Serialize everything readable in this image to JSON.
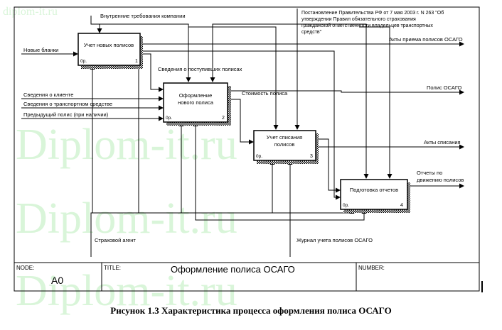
{
  "watermark": {
    "top": "diplom-it.ru",
    "big": "Diplom-it.ru"
  },
  "boxes": [
    {
      "id": "b1",
      "title": "Учет новых полисов",
      "number": "1",
      "cost": "0р."
    },
    {
      "id": "b2",
      "title": "Оформление нового полиса",
      "number": "2",
      "cost": "0р."
    },
    {
      "id": "b3",
      "title": "Учет списания полисов",
      "number": "3",
      "cost": "0р."
    },
    {
      "id": "b4",
      "title": "Подготовка отчетов",
      "number": "4",
      "cost": "0р."
    }
  ],
  "controls": {
    "internal": "Внутренние требования компании",
    "regulation": "Постановление Правительства РФ от 7 мая 2003 г. N 263 \"Об утверждении Правил обязательного страхования гражданской ответственности владельцев транспортных средств\""
  },
  "inputs": {
    "new_forms": "Новые бланки",
    "client_info": "Сведения о клиенте",
    "vehicle_info": "Сведения о транспортном средстве",
    "prev_policy": "Предыдущий полис (при наличии)"
  },
  "flows": {
    "received_policies": "Сведения о поступивших полисах",
    "policy_cost": "Стоимость полиса"
  },
  "outputs": {
    "acceptance_acts": "Акты приема полисов ОСАГО",
    "osago_policy": "Полис ОСАГО",
    "writeoff_acts": "Акты списания",
    "reports": "Отчеты по движению полисов"
  },
  "mechanisms": {
    "agent": "Страховой агент",
    "journal": "Журнал учета полисов ОСАГО"
  },
  "frame": {
    "node_label": "NODE:",
    "node_value": "A0",
    "title_label": "TITLE:",
    "title_value": "Оформление полиса ОСАГО",
    "number_label": "NUMBER:"
  },
  "caption": "Рисунок 1.3 Характеристика процесса оформления полиса ОСАГО"
}
